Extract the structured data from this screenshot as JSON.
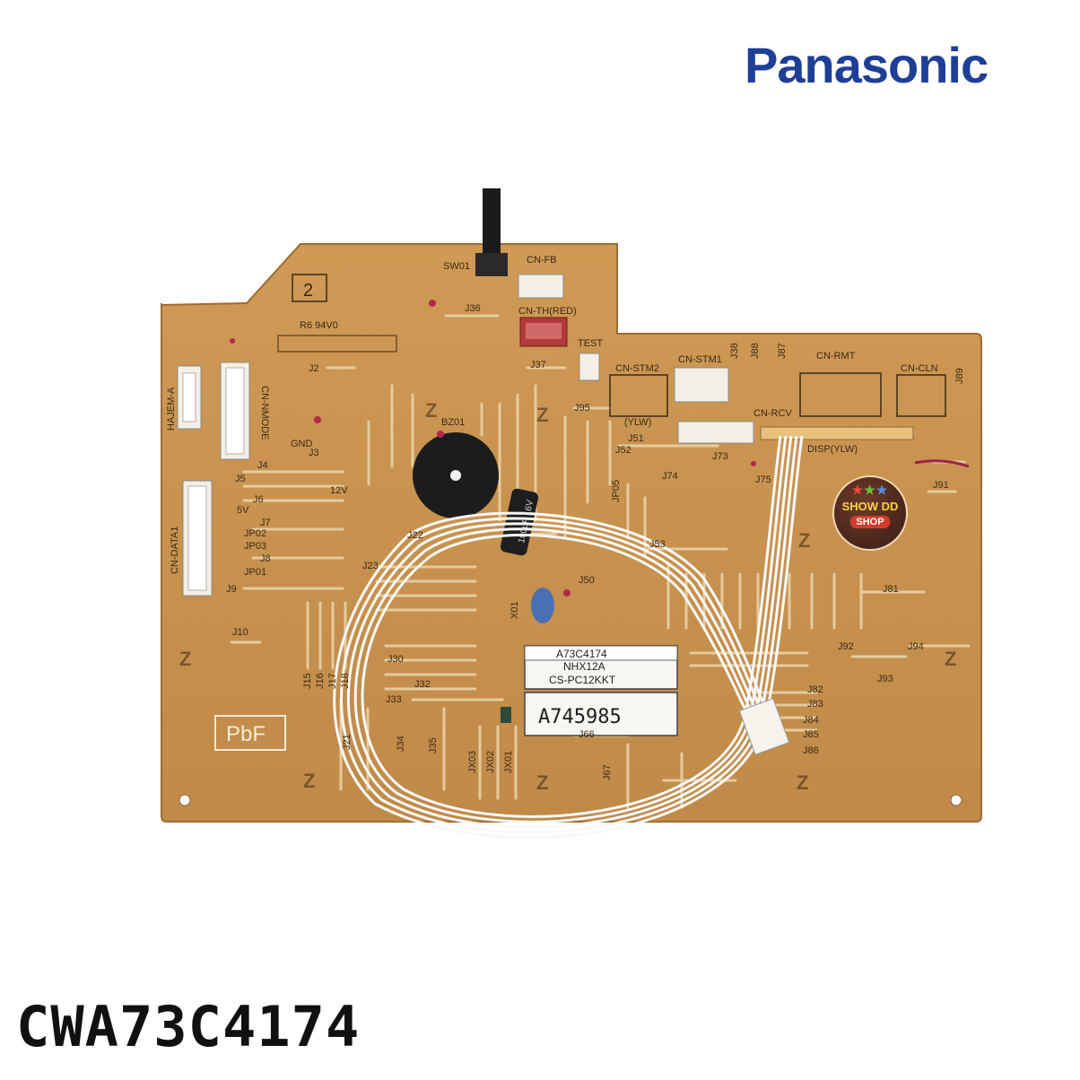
{
  "brand": {
    "logo_text": "Panasonic",
    "color": "#1f3f97"
  },
  "product": {
    "part_code": "CWA73C4174"
  },
  "board": {
    "color": "#c8934e",
    "silkscreen": {
      "sw01": "SW01",
      "cn_fb": "CN-FB",
      "cn_th": "CN-TH(RED)",
      "test": "TEST",
      "cn_stm2": "CN-STM2",
      "cn_stm1": "CN-STM1",
      "cn_rmt": "CN-RMT",
      "cn_cln": "CN-CLN",
      "cn_rcv": "CN-RCV",
      "disp": "DISP(YLW)",
      "ylw": "(YLW)",
      "hajem": "HAJEM-A",
      "cn_nmode": "CN-NMODE",
      "cn_data1": "CN-DATA1",
      "bz01": "BZ01",
      "ul_mark": "R6 94V0",
      "pbf": "PbF",
      "num2": "2",
      "gnd": "GND",
      "v12": "12V",
      "v5": "5V",
      "x01": "X01",
      "j2": "J2",
      "j3": "J3",
      "j4": "J4",
      "j5": "J5",
      "j6": "J6",
      "j7": "J7",
      "j8": "J8",
      "j9": "J9",
      "j10": "J10",
      "jp01": "JP01",
      "jp02": "JP02",
      "jp03": "JP03",
      "jp05": "JP05",
      "j36": "J36",
      "j37": "J37",
      "j22": "J22",
      "j23": "J23",
      "j50": "J50",
      "j53": "J53",
      "j51": "J51",
      "j52": "J52",
      "j73": "J73",
      "j74": "J74",
      "j75": "J75",
      "j81": "J81",
      "j91": "J91",
      "j92": "J92",
      "j93": "J93",
      "j94": "J94",
      "j82": "J82",
      "j83": "J83",
      "j84": "J84",
      "j85": "J85",
      "j86": "J86",
      "j21": "J21",
      "j34": "J34",
      "j35": "J35",
      "j66": "J66",
      "j67": "J67",
      "jx01": "JX01",
      "jx02": "JX02",
      "jx03": "JX03",
      "j30": "J30",
      "j32": "J32",
      "j33": "J33",
      "j95": "J95",
      "j88": "J88",
      "j87": "J87",
      "j89": "J89",
      "j38": "J38",
      "j15": "J15",
      "j16": "J16",
      "j17": "J17",
      "j18": "J18"
    },
    "sticker": {
      "line1": "A73C4174",
      "line2": "NHX12A",
      "line3": "CS-PC12KKT"
    },
    "serial_label": {
      "text": "A745985"
    },
    "capacitor": {
      "marking": "100uF 16V"
    }
  },
  "badge": {
    "line1": "SHOW DD",
    "line2": "SHOP"
  }
}
